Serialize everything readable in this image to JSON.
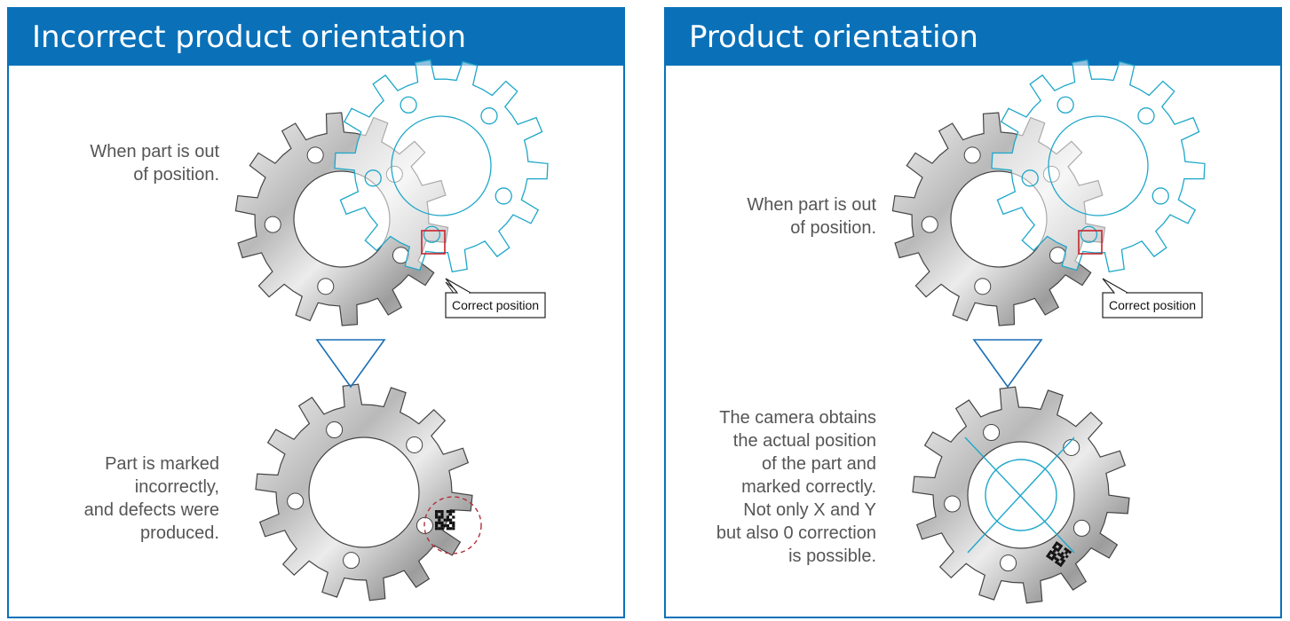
{
  "panels": [
    {
      "title": "Incorrect product orientation",
      "caption_top": [
        "When part is out",
        "of position."
      ],
      "caption_bottom": [
        "Part is marked",
        "incorrectly,",
        "and defects were",
        "produced."
      ],
      "callout": "Correct position"
    },
    {
      "title": "Product orientation",
      "caption_top": [
        "When part is out",
        "of position."
      ],
      "caption_bottom": [
        "The camera obtains",
        "the actual position",
        "of the part and",
        "marked correctly.",
        "Not only X and Y",
        "but also 0 correction",
        "is possible."
      ],
      "callout": "Correct position"
    }
  ],
  "colors": {
    "header": "#0a71b9",
    "outline_gear": "#1ea7c9",
    "target_box": "#c8232c",
    "defect_ring": "#b0303a",
    "arrow": "#1a6fb5"
  }
}
